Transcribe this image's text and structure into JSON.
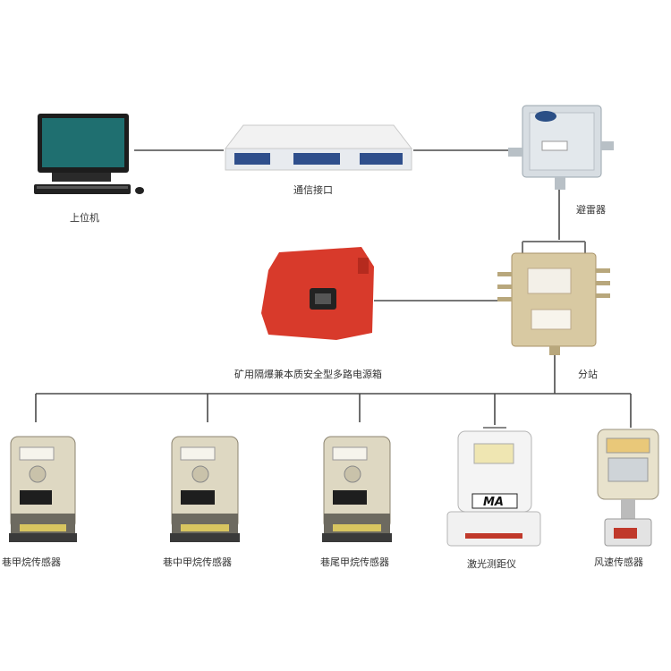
{
  "nodes": {
    "host": {
      "label": "上位机",
      "icon": "computer-icon"
    },
    "comm": {
      "label": "通信接口",
      "icon": "interface-box-icon"
    },
    "barrier": {
      "label": "避雷器",
      "icon": "junction-box-icon"
    },
    "power": {
      "label": "矿用隔爆兼本质安全型多路电源箱",
      "icon": "power-box-icon",
      "color": "#d83a2b"
    },
    "substation": {
      "label": "分站",
      "icon": "substation-icon"
    }
  },
  "sensors": [
    {
      "label": "巷甲烷传感器",
      "icon": "methane-sensor-icon"
    },
    {
      "label": "巷中甲烷传感器",
      "icon": "methane-sensor-icon"
    },
    {
      "label": "巷尾甲烷传感器",
      "icon": "methane-sensor-icon"
    },
    {
      "label": "激光测距仪",
      "icon": "laser-meter-icon",
      "badge": "MA"
    },
    {
      "label": "风速传感器",
      "icon": "wind-sensor-icon"
    }
  ]
}
